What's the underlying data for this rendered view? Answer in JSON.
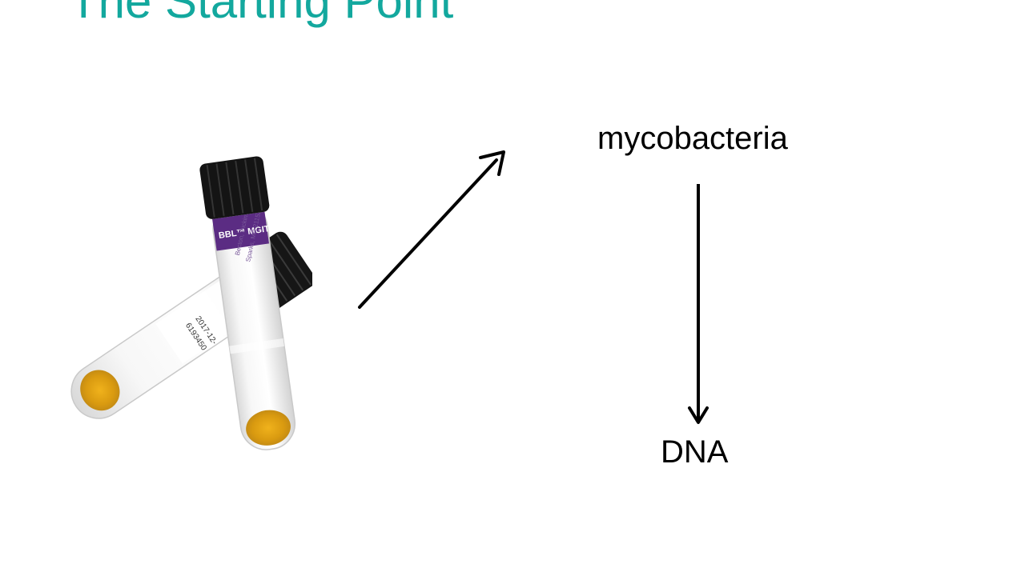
{
  "slide": {
    "title": "The Starting Point",
    "title_color": "#13a89e"
  },
  "diagram": {
    "top_label": "mycobacteria",
    "bottom_label": "DNA"
  },
  "photo": {
    "tube_brand_text": "BBL™ MGIT™",
    "label_text_line1": "Becton, Dickinson and",
    "label_text_line2": "Sparks, MD 21152",
    "lot_text": "6193450",
    "date_text": "2017-12-",
    "cap_color": "#141414",
    "band_color": "#5b2c83",
    "sediment_color": "#e0a81a"
  }
}
